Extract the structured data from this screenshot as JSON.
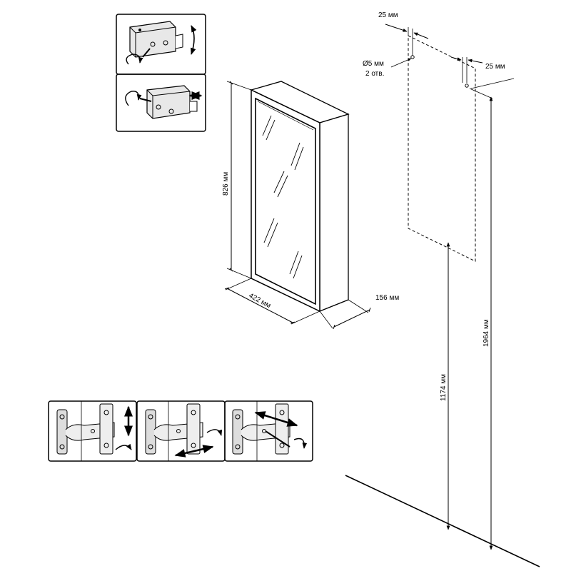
{
  "dimensions": {
    "cabinet_height": "826 мм",
    "cabinet_width": "422 мм",
    "cabinet_depth": "156 мм",
    "hole_offset_top": "25 мм",
    "hole_offset_side": "25 мм",
    "hole_diameter": "Ø5 мм",
    "hole_count": "2 отв.",
    "height_to_bottom": "1174 мм",
    "height_to_holes": "1964 мм"
  },
  "icons": {
    "hanger_vertical": "hanger-vertical-adjust-icon",
    "hanger_depth": "hanger-depth-adjust-icon",
    "hinge_vertical": "hinge-vertical-adjust-icon",
    "hinge_lateral": "hinge-lateral-adjust-icon",
    "hinge_depth": "hinge-depth-adjust-icon"
  }
}
